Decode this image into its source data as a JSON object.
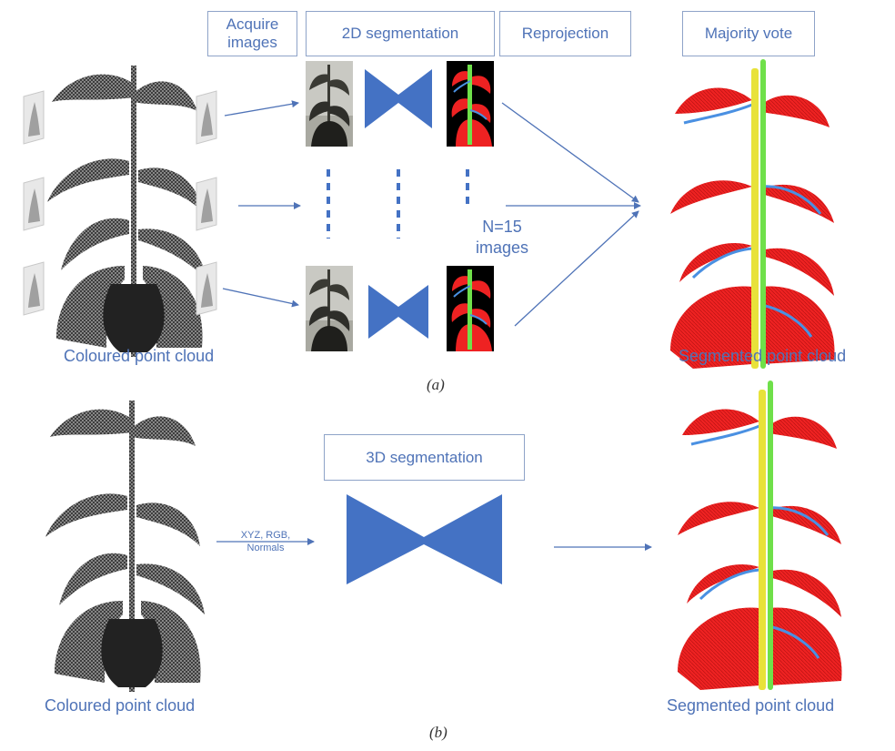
{
  "panel_a": {
    "steps": [
      "Acquire\nimages",
      "2D segmentation",
      "Reprojection",
      "Majority vote"
    ],
    "input_caption": "Coloured point cloud",
    "output_caption": "Segmented point cloud",
    "n_label": "N=15\nimages",
    "label": "(a)"
  },
  "panel_b": {
    "step": "3D segmentation",
    "input_features": "XYZ, RGB,\nNormals",
    "input_caption": "Coloured point cloud",
    "output_caption": "Segmented point cloud",
    "label": "(b)"
  },
  "colors": {
    "accent": "#4f73b7",
    "box_border": "#8ea3c8",
    "leaf_red": "#ee2222",
    "stem_yellow": "#e8e23a",
    "stem_green": "#6fe04a",
    "petiole_blue": "#4a90e2"
  }
}
